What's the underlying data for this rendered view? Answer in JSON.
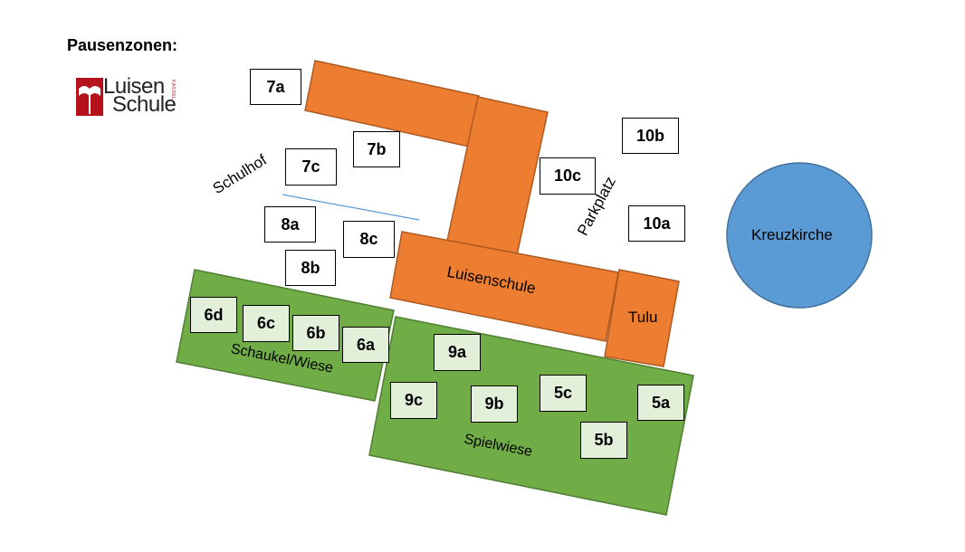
{
  "title": "Pausenzonen:",
  "logo": {
    "line1": "Luisen",
    "line2": "Schule",
    "sub": "KASSEL",
    "color": "#b5121b"
  },
  "colors": {
    "building": "#ed7d31",
    "building_stroke": "#ae5a21",
    "lawn": "#70ad47",
    "lawn_stroke": "#507e32",
    "church": "#5b9bd5",
    "church_stroke": "#41719c",
    "path": "#5b9bd5"
  },
  "areas": {
    "schulhof": "Schulhof",
    "parkplatz": "Parkplatz",
    "kreuzkirche": "Kreuzkirche",
    "luisenschule": "Luisenschule",
    "tulu": "Tulu",
    "schaukel": "Schaukel/Wiese",
    "spielwiese": "Spielwiese"
  },
  "classes": {
    "c7a": "7a",
    "c7b": "7b",
    "c7c": "7c",
    "c8a": "8a",
    "c8b": "8b",
    "c8c": "8c",
    "c10a": "10a",
    "c10b": "10b",
    "c10c": "10c",
    "c6a": "6a",
    "c6b": "6b",
    "c6c": "6c",
    "c6d": "6d",
    "c9a": "9a",
    "c9b": "9b",
    "c9c": "9c",
    "c5a": "5a",
    "c5b": "5b",
    "c5c": "5c"
  }
}
